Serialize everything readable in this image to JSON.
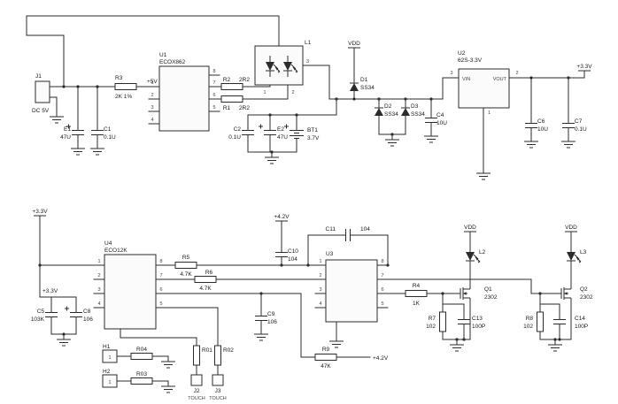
{
  "power": {
    "v5": "+5V",
    "v33": "+3.3V",
    "v42": "+4.2V",
    "vdd": "VDD"
  },
  "pins": {
    "p1": "1",
    "p2": "2",
    "p3": "3",
    "p4": "4",
    "p5": "5",
    "p6": "6",
    "p7": "7",
    "p8": "8"
  },
  "top": {
    "j1": {
      "ref": "J1",
      "value": "DC 5V"
    },
    "r3": {
      "ref": "R3",
      "value": "2K 1%"
    },
    "e1": {
      "ref": "E1",
      "value": "47U"
    },
    "c1": {
      "ref": "C1",
      "value": "0.1U"
    },
    "u1": {
      "ref": "U1",
      "value": "ECOX862"
    },
    "r2": {
      "ref": "R2",
      "value": "2R2"
    },
    "r1": {
      "ref": "R1",
      "value": "2R2"
    },
    "l1": {
      "ref": "L1"
    },
    "d1": {
      "ref": "D1",
      "value": "SS34"
    },
    "d2": {
      "ref": "D2",
      "value": "SS34"
    },
    "d3": {
      "ref": "D3",
      "value": "SS34"
    },
    "c4": {
      "ref": "C4",
      "value": "10U"
    },
    "c2": {
      "ref": "C2",
      "value": "0.1U"
    },
    "e2": {
      "ref": "E2",
      "value": "47U"
    },
    "bt1": {
      "ref": "BT1",
      "value": "3.7V"
    },
    "u2": {
      "ref": "U2",
      "value": "62S-3.3V",
      "pin_in": "VIN",
      "pin_out": "VOUT"
    },
    "c6": {
      "ref": "C6",
      "value": "10U"
    },
    "c7": {
      "ref": "C7",
      "value": "0.1U"
    }
  },
  "bottom": {
    "u4": {
      "ref": "U4",
      "value": "ECO12K"
    },
    "u3": {
      "ref": "U3"
    },
    "r5": {
      "ref": "R5",
      "value": "4.7K"
    },
    "r6": {
      "ref": "R6",
      "value": "4.7K"
    },
    "c5": {
      "ref": "C5",
      "value": "103K"
    },
    "c8": {
      "ref": "C8",
      "value": "106"
    },
    "h1": {
      "ref": "H1"
    },
    "h2": {
      "ref": "H2"
    },
    "r04": {
      "ref": "R04"
    },
    "r03": {
      "ref": "R03"
    },
    "r01": {
      "ref": "R01"
    },
    "r02": {
      "ref": "R02"
    },
    "j2": {
      "ref": "J2",
      "label": "TOUCH"
    },
    "j3": {
      "ref": "J3",
      "label": "TOUCH"
    },
    "c9": {
      "ref": "C9",
      "value": "106"
    },
    "c10": {
      "ref": "C10",
      "value": "104"
    },
    "c11": {
      "ref": "C11",
      "value": "104"
    },
    "r9": {
      "ref": "R9",
      "value": "47K"
    },
    "r4": {
      "ref": "R4",
      "value": "1K"
    },
    "q1": {
      "ref": "Q1",
      "value": "2302"
    },
    "q2": {
      "ref": "Q2",
      "value": "2302"
    },
    "l2": {
      "ref": "L2"
    },
    "l3": {
      "ref": "L3"
    },
    "r7": {
      "ref": "R7",
      "value": "102"
    },
    "r8": {
      "ref": "R8",
      "value": "102"
    },
    "c13": {
      "ref": "C13",
      "value": "100P"
    },
    "c14": {
      "ref": "C14",
      "value": "100P"
    }
  }
}
